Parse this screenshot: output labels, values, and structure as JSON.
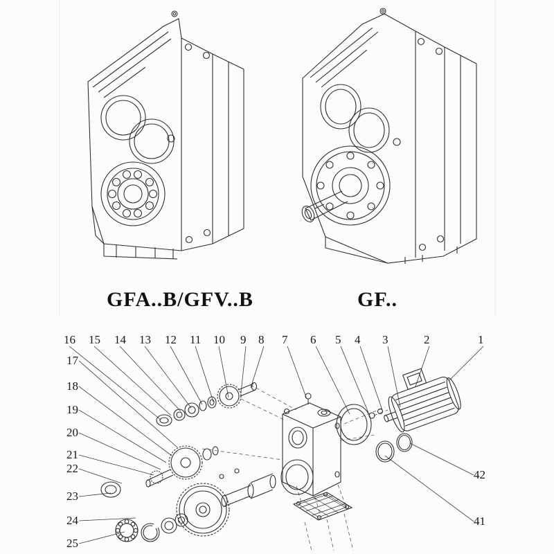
{
  "page": {
    "background": "#fcfcfb",
    "line_color": "#2e2e2e"
  },
  "figures": {
    "left": {
      "label": "GFA..B/GFV..B"
    },
    "right": {
      "label": "GF.."
    }
  },
  "exploded_view": {
    "top_row_callouts": [
      "16",
      "15",
      "14",
      "13",
      "12",
      "11",
      "10",
      "9",
      "8",
      "7",
      "6",
      "5",
      "4",
      "3",
      "2",
      "1"
    ],
    "left_column_callouts": [
      "17",
      "18",
      "19",
      "20",
      "21",
      "22",
      "23",
      "24",
      "25"
    ],
    "right_column_callouts": [
      "42",
      "41"
    ]
  }
}
